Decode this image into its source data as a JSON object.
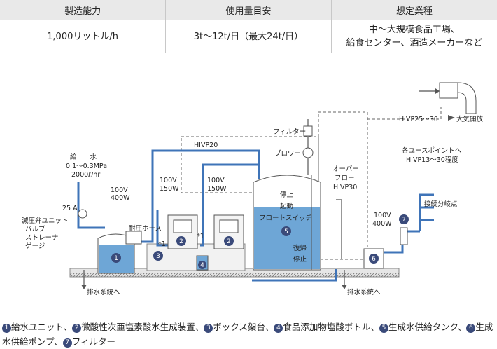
{
  "table": {
    "headers": [
      "製造能力",
      "使用量目安",
      "想定業種"
    ],
    "row": [
      "1,000リットル/h",
      "3t〜12t/日（最大24t/日）",
      "中〜大規模食品工場、\n給食センター、酒造メーカーなど"
    ]
  },
  "labels": {
    "water": "給　　水",
    "pressure": "0.1〜0.3MPa",
    "flow": "2000ℓ/hr",
    "amp": "25 A",
    "valve1": "減圧弁ユニット",
    "valve2": "バルブ",
    "valve3": "ストレーナ",
    "valve4": "ゲージ",
    "v100a": "100V",
    "w400a": "400W",
    "v100b": "100V",
    "w150b": "150W",
    "v100c": "100V",
    "w150c": "150W",
    "hose": "耐圧ホース",
    "ast1": "*1",
    "ast2": "*1",
    "hivp20": "HIVP20",
    "filter_top": "フィルター",
    "blower": "ブロワー",
    "stop_top": "停止",
    "start": "起動",
    "float": "フロートスイッチ",
    "return": "復帰",
    "stop_bottom": "停止",
    "over1": "オーバー",
    "over2": "フロー",
    "over3": "HIVP30",
    "hivp25": "HIVP25〜30",
    "air": "大気開放",
    "use1": "各ユースポイントへ",
    "use2": "HIVP13〜30程度",
    "branch": "接続分岐点",
    "v100d": "100V",
    "w400d": "400W",
    "drain1": "排水系統へ",
    "drain2": "排水系統へ",
    "n1": "1",
    "n2a": "2",
    "n2b": "2",
    "n3": "3",
    "n4": "4",
    "n5": "5",
    "n6": "6",
    "n7": "7"
  },
  "legend": {
    "i1": "1",
    "t1": "給水ユニット、",
    "i2": "2",
    "t2": "微酸性次亜塩素酸水生成装置、",
    "i3": "3",
    "t3": "ボックス架台、",
    "i4": "4",
    "t4": "食品添加物塩酸ボトル、",
    "i5": "5",
    "t5": "生成水供給タンク、",
    "i6": "6",
    "t6": "生成水供給ポンプ、",
    "i7": "7",
    "t7": "フィルター"
  }
}
